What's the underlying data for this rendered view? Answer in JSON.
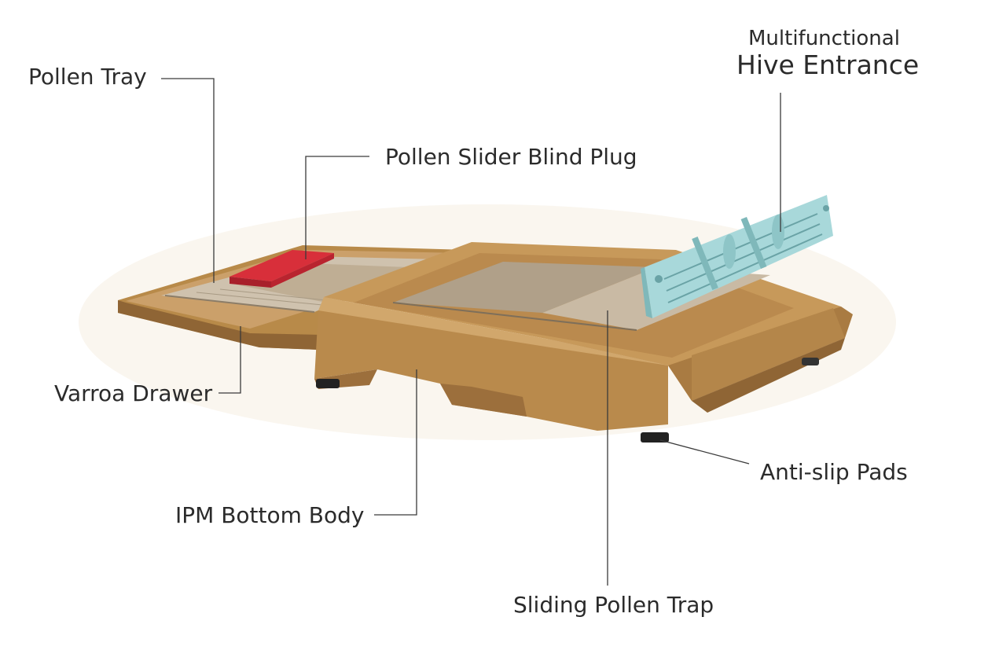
{
  "labels": {
    "pollen_tray": "Pollen Tray",
    "pollen_slider_blind_plug": "Pollen Slider Blind Plug",
    "hive_entrance_line1": "Multifunctional",
    "hive_entrance_line2": "Hive Entrance",
    "varroa_drawer": "Varroa Drawer",
    "anti_slip_pads": "Anti-slip Pads",
    "ipm_bottom_body": "IPM Bottom Body",
    "sliding_pollen_trap": "Sliding Pollen Trap"
  },
  "colors": {
    "body": "#c0924f",
    "body_dark": "#94693a",
    "body_light": "#d4aa6b",
    "plug": "#d32f3a",
    "entrance": "#a8d8d9",
    "trap": "#b4a38c",
    "pads": "#222222"
  }
}
